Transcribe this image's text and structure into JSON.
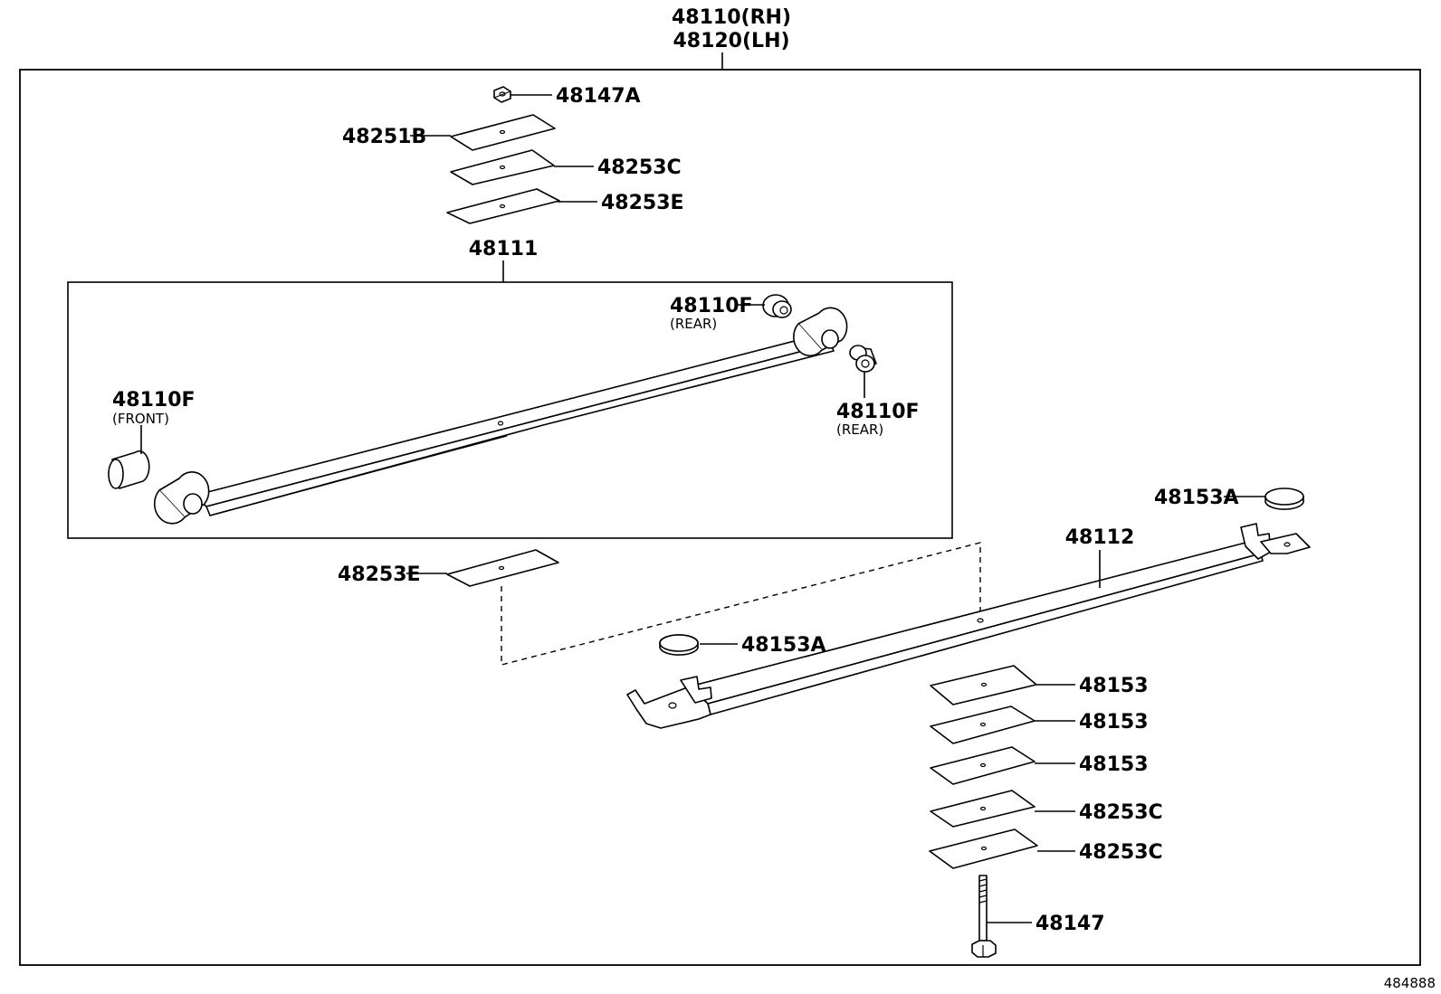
{
  "header": {
    "title_rh": "48110(RH)",
    "title_lh": "48120(LH)"
  },
  "labels": {
    "nut_top": "48147A",
    "plate_top_1": "48251B",
    "plate_top_2": "48253C",
    "plate_top_3": "48253E",
    "leaf_assy": "48111",
    "bush_rear_upper": "48110F",
    "bush_rear_upper_note": "(REAR)",
    "bush_front": "48110F",
    "bush_front_note": "(FRONT)",
    "bush_rear_lower": "48110F",
    "bush_rear_lower_note": "(REAR)",
    "plate_mid": "48253E",
    "cap_right": "48153A",
    "leaf_lower": "48112",
    "cap_mid": "48153A",
    "spacer_1": "48153",
    "spacer_2": "48153",
    "spacer_3": "48153",
    "spacer_4": "48253C",
    "spacer_5": "48253C",
    "bolt_bottom": "48147"
  },
  "footer": {
    "diagram_number": "484888"
  },
  "icons": {
    "nut": "hex-nut-icon",
    "bushing": "bushing-icon",
    "bolt": "center-bolt-icon",
    "plate": "plate-icon",
    "cap": "cap-icon"
  },
  "colors": {
    "line": "#000000",
    "background": "#ffffff"
  }
}
